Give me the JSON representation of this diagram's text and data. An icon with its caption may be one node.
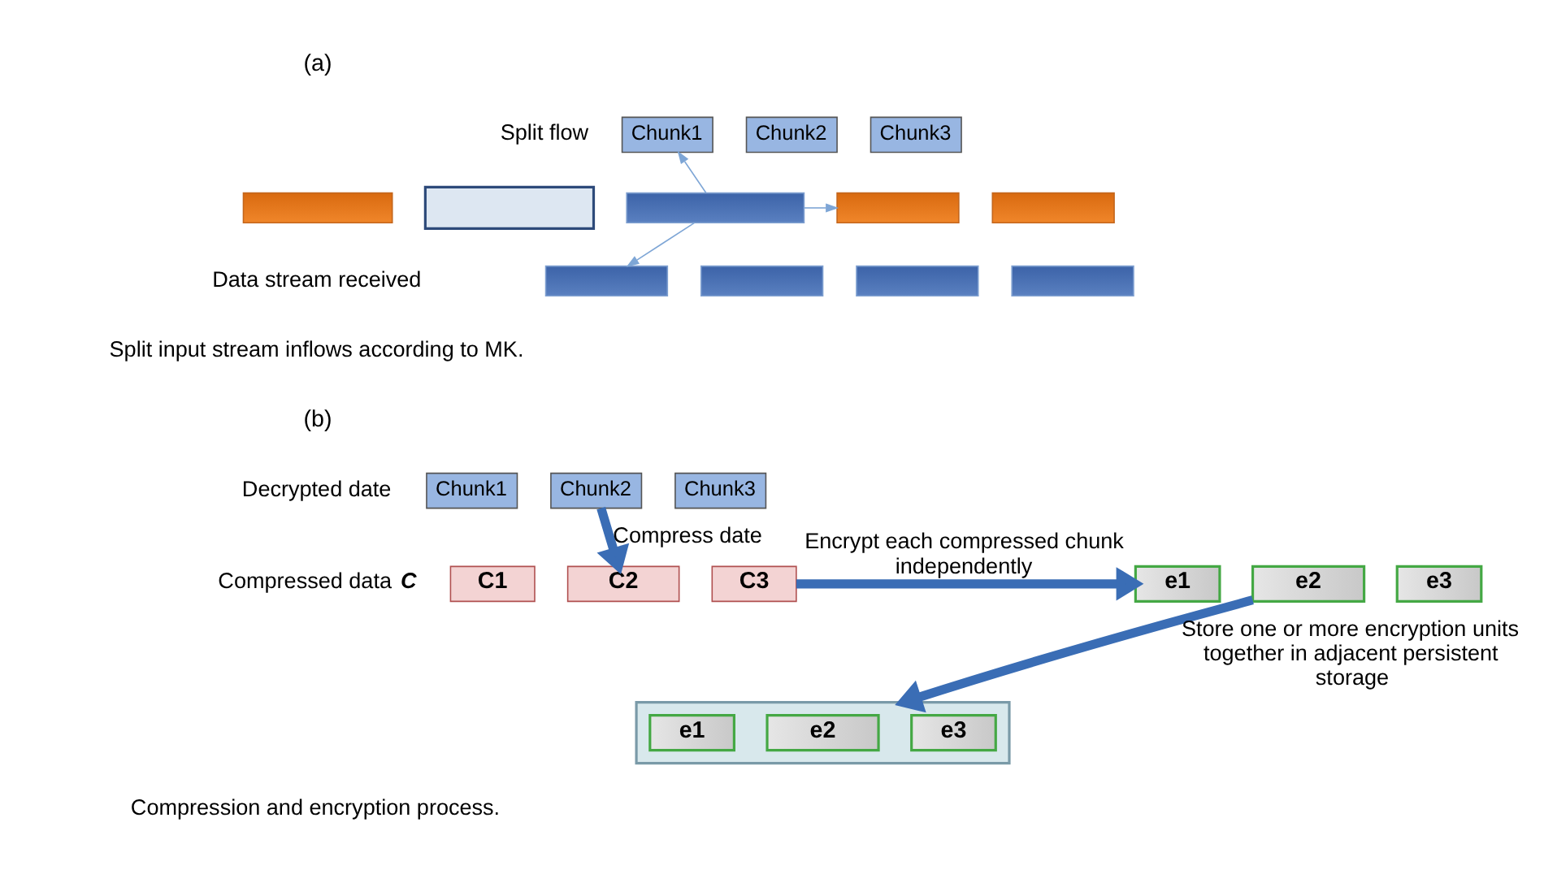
{
  "diagram": {
    "nodes": [
      {
        "text": [],
        "shape": "bar"
      },
      {
        "text": [],
        "shape": "box"
      },
      {
        "text": [],
        "shape": "bar"
      },
      {
        "text": [
          "Chunk1"
        ]
      },
      {
        "text": [
          "Chunk2"
        ]
      },
      {
        "text": [
          "Chunk3"
        ]
      },
      {
        "text": [],
        "shape": "bar"
      },
      {
        "text": [],
        "shape": "bar"
      },
      {
        "text": [],
        "shape": "bar"
      },
      {
        "text": [],
        "shape": "bar"
      },
      {
        "text": [],
        "shape": "bar"
      },
      {
        "text": [],
        "shape": "bar"
      },
      {
        "text": [
          "Chunk1"
        ]
      },
      {
        "text": [
          "Chunk2"
        ]
      },
      {
        "text": [
          "Chunk3"
        ]
      },
      {
        "text": [
          "C1"
        ]
      },
      {
        "text": [
          "C2"
        ]
      },
      {
        "text": [
          "C3"
        ]
      },
      {
        "text": [
          "e1"
        ]
      },
      {
        "text": [
          "e2"
        ]
      },
      {
        "text": [
          "e3"
        ]
      },
      {
        "text": [],
        "shape": "box"
      },
      {
        "text": [
          "e1"
        ],
        "in": 21
      },
      {
        "text": [
          "e2"
        ],
        "in": 21
      },
      {
        "text": [
          "e3"
        ],
        "in": 21
      }
    ],
    "edges": [
      {
        "from": 2,
        "to": 3,
        "arrow": "to"
      },
      {
        "from": 2,
        "to": 6,
        "arrow": "to"
      },
      {
        "from": 2,
        "to": 8,
        "arrow": "to"
      },
      {
        "from": 13,
        "to": 16,
        "arrow": "to",
        "label": "Compress date",
        "style": "thick",
        "color": "#3a6db5"
      },
      {
        "from": 17,
        "to": 18,
        "arrow": "to",
        "label": "Encrypt each compressed chunk independently",
        "style": "thick",
        "color": "#3a6db5"
      },
      {
        "from": 19,
        "to": 21,
        "arrow": "to",
        "label": "Store one or more encryption units together in adjacent persistent storage",
        "style": "thick",
        "color": "#3a6db5"
      }
    ],
    "labels": [
      "(a)",
      "Split flow",
      "Data stream received",
      "Split input stream inflows according to MK.",
      "(b)",
      "Decrypted date",
      "Compressed data **C**",
      "Compression and encryption process."
    ]
  }
}
